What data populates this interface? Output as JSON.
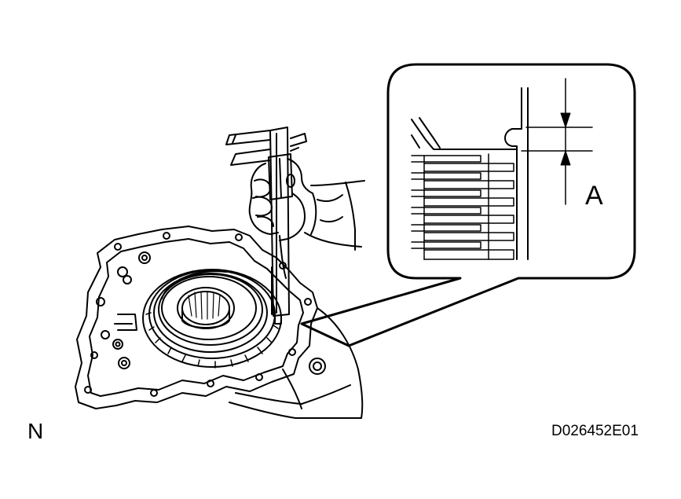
{
  "labels": {
    "orientation_mark": "N",
    "figure_code": "D026452E01",
    "dimension_label": "A"
  },
  "icons": {
    "measuring_tool": "vernier-caliper-icon",
    "hand": "hand-icon",
    "assembly": "transmission-case-icon",
    "detail_view": "magnified-detail-icon"
  },
  "colors": {
    "line": "#000000",
    "background": "#ffffff"
  }
}
